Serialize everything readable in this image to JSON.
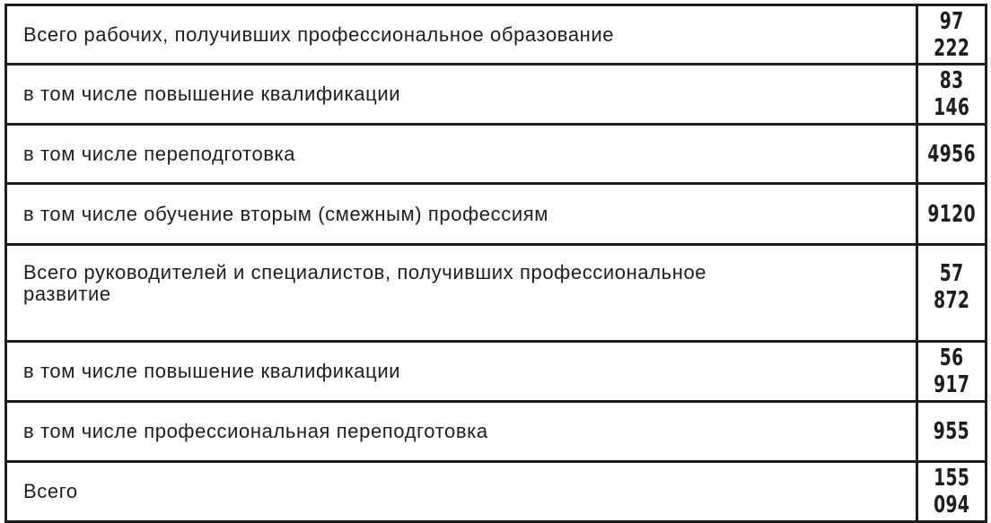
{
  "rows": [
    {
      "label": "Всего рабочих, получивших профессиональное образование",
      "value": "97 222"
    },
    {
      "label": "в том числе повышение квалификации",
      "value": "83 146"
    },
    {
      "label": "в том числе переподготовка",
      "value": "4956"
    },
    {
      "label": "в том числе обучение вторым (смежным) профессиям",
      "value": "9120"
    },
    {
      "label": "Всего руководителей и специалистов, получивших профессиональное развитие",
      "value": "57 872"
    },
    {
      "label": "в том числе повышение квалификации",
      "value": "56 917"
    },
    {
      "label": "в том числе профессиональная переподготовка",
      "value": "955"
    },
    {
      "label": "Всего",
      "value": "155 094"
    }
  ]
}
